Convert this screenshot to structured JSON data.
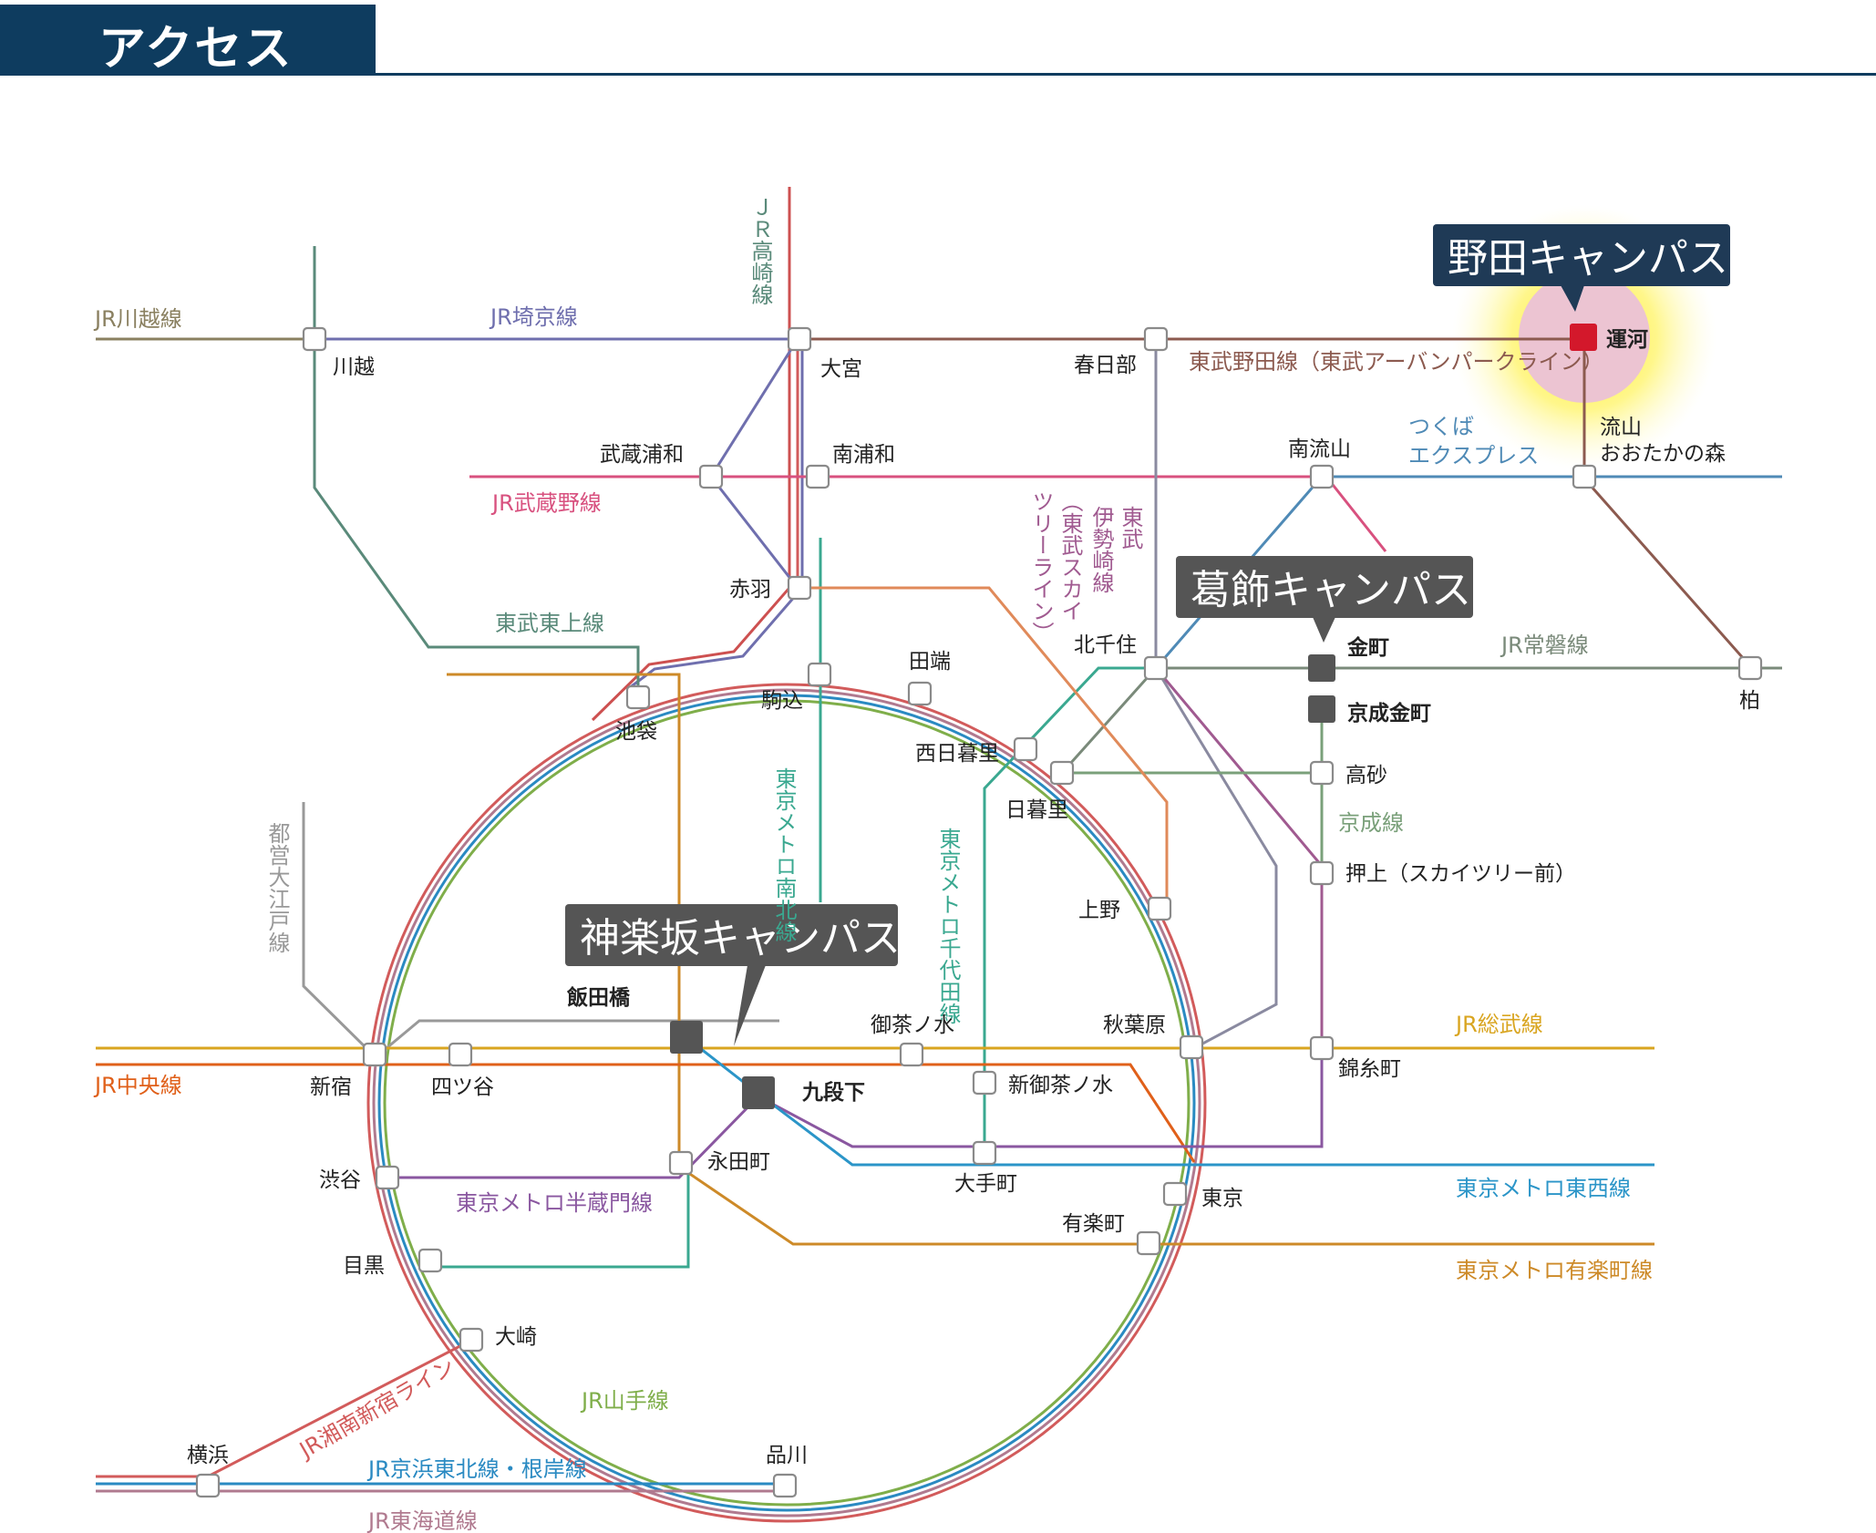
{
  "header": {
    "title": "アクセス"
  },
  "campuses": {
    "noda": "野田キャンパス",
    "katsushika": "葛飾キャンパス",
    "kagurazaka": "神楽坂キャンパス"
  },
  "colors": {
    "header_bg": "#0e3c5f",
    "campus_box": "#555555",
    "noda_box": "#1f3a56",
    "highlight_red": "#d3182b",
    "yamanote": "#7fae4a",
    "keihin_tohoku": "#2a8ac2",
    "tokaido": "#b07a8f",
    "shonan_shinjuku": "#d25b5b",
    "saikyo": "#6f6fae",
    "kawagoe": "#8a8060",
    "takasaki": "#cd5050",
    "musashino": "#d8517f",
    "tobu_tojo": "#5a8a7a",
    "tobu_noda": "#8c5a4f",
    "tobu_isesaki": "#a05a90",
    "tsukuba": "#4f8ab6",
    "joban": "#7a8a7a",
    "keisei": "#7aa07a",
    "sobu": "#d9a520",
    "chuo": "#e0601a",
    "hanzomon": "#8a57a0",
    "tozai": "#2b95c8",
    "yurakucho": "#cd8a28",
    "namboku": "#3aa890",
    "chiyoda": "#3aa890",
    "oedo": "#999999"
  },
  "line_labels": {
    "kawagoe": "JR川越線",
    "saikyo": "JR埼京線",
    "takasaki": "ＪＲ高崎線",
    "tobu_noda": "東武野田線（東武アーバンパークライン）",
    "musashino": "JR武蔵野線",
    "tsukuba_1": "つくば",
    "tsukuba_2": "エクスプレス",
    "tobu_isesaki_1": "東武",
    "tobu_isesaki_2": "伊勢崎線",
    "tobu_isesaki_3": "（東武スカイ",
    "tobu_isesaki_4": "ツリーライン）",
    "tobu_tojo": "東武東上線",
    "joban": "JR常磐線",
    "keisei": "京成線",
    "namboku": "東京メトロ南北線",
    "chiyoda": "東京メトロ千代田線",
    "oedo": "都営大江戸線",
    "sobu": "JR総武線",
    "chuo": "JR中央線",
    "hanzomon": "東京メトロ半蔵門線",
    "tozai": "東京メトロ東西線",
    "yurakucho": "東京メトロ有楽町線",
    "shonan_shinjuku": "JR湘南新宿ライン",
    "yamanote": "JR山手線",
    "keihin_tohoku": "JR京浜東北線・根岸線",
    "tokaido": "JR東海道線"
  },
  "stations": {
    "kawagoe": "川越",
    "omiya": "大宮",
    "kasukabe": "春日部",
    "unga": "運河",
    "nagareyama_otakanomori_1": "流山",
    "nagareyama_otakanomori_2": "おおたかの森",
    "minami_nagareyama": "南流山",
    "musashi_urawa": "武蔵浦和",
    "minami_urawa": "南浦和",
    "akabane": "赤羽",
    "kita_senju": "北千住",
    "kanamachi": "金町",
    "keisei_kanamachi": "京成金町",
    "kashiwa": "柏",
    "tabata": "田端",
    "komagome": "駒込",
    "ikebukuro": "池袋",
    "nishi_nippori": "西日暮里",
    "nippori": "日暮里",
    "takasago": "高砂",
    "oshiage": "押上（スカイツリー前）",
    "ueno": "上野",
    "iidabashi": "飯田橋",
    "ochanomizu": "御茶ノ水",
    "akihabara": "秋葉原",
    "shinjuku": "新宿",
    "yotsuya": "四ツ谷",
    "kudanshita": "九段下",
    "shin_ochanomizu": "新御茶ノ水",
    "kinshicho": "錦糸町",
    "shibuya": "渋谷",
    "nagatacho": "永田町",
    "otemachi": "大手町",
    "tokyo": "東京",
    "yurakucho": "有楽町",
    "meguro": "目黒",
    "osaki": "大崎",
    "yokohama": "横浜",
    "shinagawa": "品川"
  }
}
